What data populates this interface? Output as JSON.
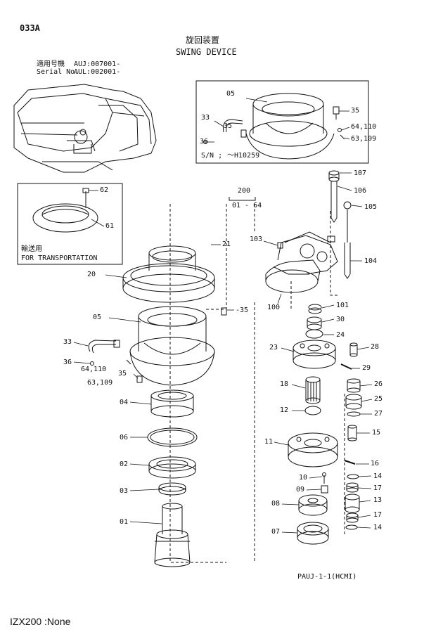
{
  "header": {
    "page_code": "033A",
    "title_jp": "旋回装置",
    "title_en": "SWING DEVICE",
    "applicable_label": "適用号機",
    "applicable_value": "AUJ:007001-",
    "serial_label": "Serial No.",
    "serial_value": "AUL:002001-"
  },
  "inset_top": {
    "sn_label": "S/N ;",
    "sn_value": "～H10259",
    "callouts": [
      "05",
      "33",
      "35",
      "36",
      "64,110",
      "63,109"
    ]
  },
  "inset_transport": {
    "label_jp": "輸送用",
    "label_en": "FOR TRANSPORTATION",
    "callouts": [
      "62",
      "61"
    ]
  },
  "group": {
    "number": "200",
    "range": "01 - 64"
  },
  "callouts_main": [
    "21",
    "20",
    "-35",
    "05",
    "33",
    "36",
    "64,110",
    "63,109",
    "35",
    "04",
    "06",
    "02",
    "03",
    "01"
  ],
  "callouts_right": [
    "107",
    "106",
    "105",
    "103",
    "104",
    "100",
    "101",
    "30",
    "24",
    "23",
    "28",
    "29",
    "18",
    "26",
    "25",
    "12",
    "27",
    "15",
    "11",
    "16",
    "14",
    "10",
    "17",
    "09",
    "08",
    "13",
    "17",
    "07",
    "14"
  ],
  "drawing_ref": "PAUJ-1-1(HCMI)",
  "footer": "IZX200 :None",
  "colors": {
    "ink": "#111111",
    "background": "#ffffff"
  }
}
